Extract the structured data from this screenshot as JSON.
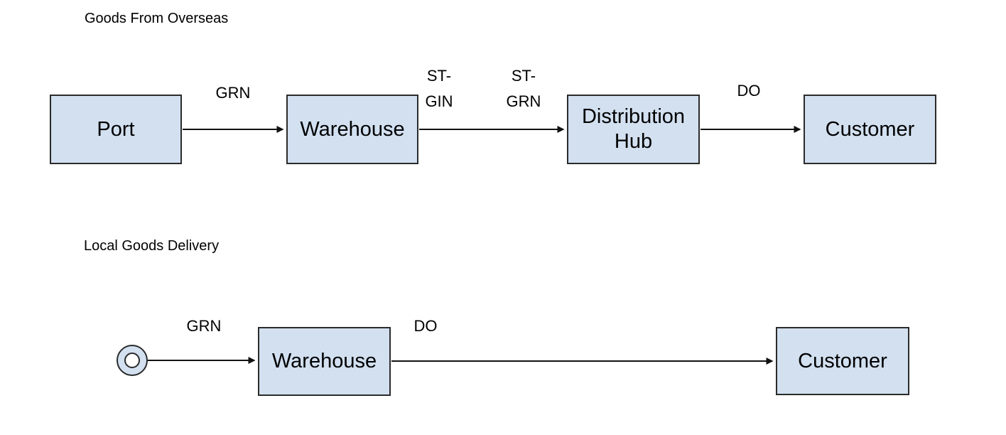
{
  "colors": {
    "node_fill": "#d2e0f0",
    "node_border": "#2b2b2b",
    "connector": "#111111",
    "text": "#000000"
  },
  "diagrams": [
    {
      "title": "Goods From Overseas",
      "nodes": [
        {
          "id": "port",
          "label": "Port"
        },
        {
          "id": "warehouse",
          "label": "Warehouse"
        },
        {
          "id": "distribution-hub",
          "label": "Distribution\nHub"
        },
        {
          "id": "customer",
          "label": "Customer"
        }
      ],
      "edge_labels": [
        {
          "id": "grn",
          "label": "GRN"
        },
        {
          "id": "st-gin",
          "label": "ST-\nGIN"
        },
        {
          "id": "st-grn",
          "label": "ST-\nGRN"
        },
        {
          "id": "do",
          "label": "DO"
        }
      ]
    },
    {
      "title": "Local Goods Delivery",
      "start_symbol": "double-circle",
      "nodes": [
        {
          "id": "warehouse",
          "label": "Warehouse"
        },
        {
          "id": "customer",
          "label": "Customer"
        }
      ],
      "edge_labels": [
        {
          "id": "grn",
          "label": "GRN"
        },
        {
          "id": "do",
          "label": "DO"
        }
      ]
    }
  ]
}
